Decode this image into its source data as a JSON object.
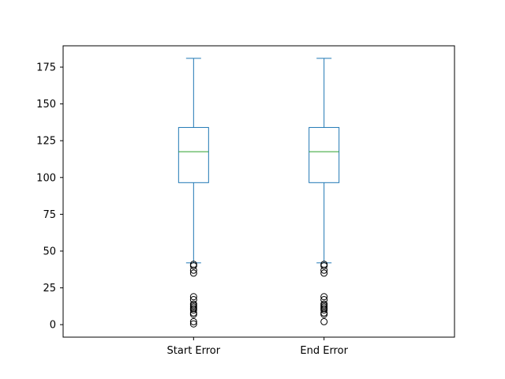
{
  "chart_data": {
    "type": "box",
    "categories": [
      "Start Error",
      "End Error"
    ],
    "boxes": [
      {
        "name": "Start Error",
        "whisker_low": 42,
        "q1": 96.5,
        "median": 117.5,
        "q3": 134,
        "whisker_high": 181,
        "outliers": [
          41,
          40,
          37,
          35,
          19,
          17,
          14,
          13,
          12,
          11,
          10,
          8,
          7,
          2,
          0.5
        ]
      },
      {
        "name": "End Error",
        "whisker_low": 42,
        "q1": 96.5,
        "median": 117.5,
        "q3": 134,
        "whisker_high": 181,
        "outliers": [
          41,
          40,
          37,
          35,
          19,
          17,
          14,
          13,
          12,
          11,
          10,
          8,
          7,
          2
        ]
      }
    ],
    "yticks": [
      0,
      25,
      50,
      75,
      100,
      125,
      150,
      175
    ],
    "ylim": [
      -8.5,
      189.5
    ],
    "title": "",
    "xlabel": "",
    "ylabel": "",
    "grid": false,
    "colors": {
      "box": "#1f77b4",
      "median": "#2ca02c",
      "outlier": "#000000",
      "axes": "#000000"
    }
  }
}
